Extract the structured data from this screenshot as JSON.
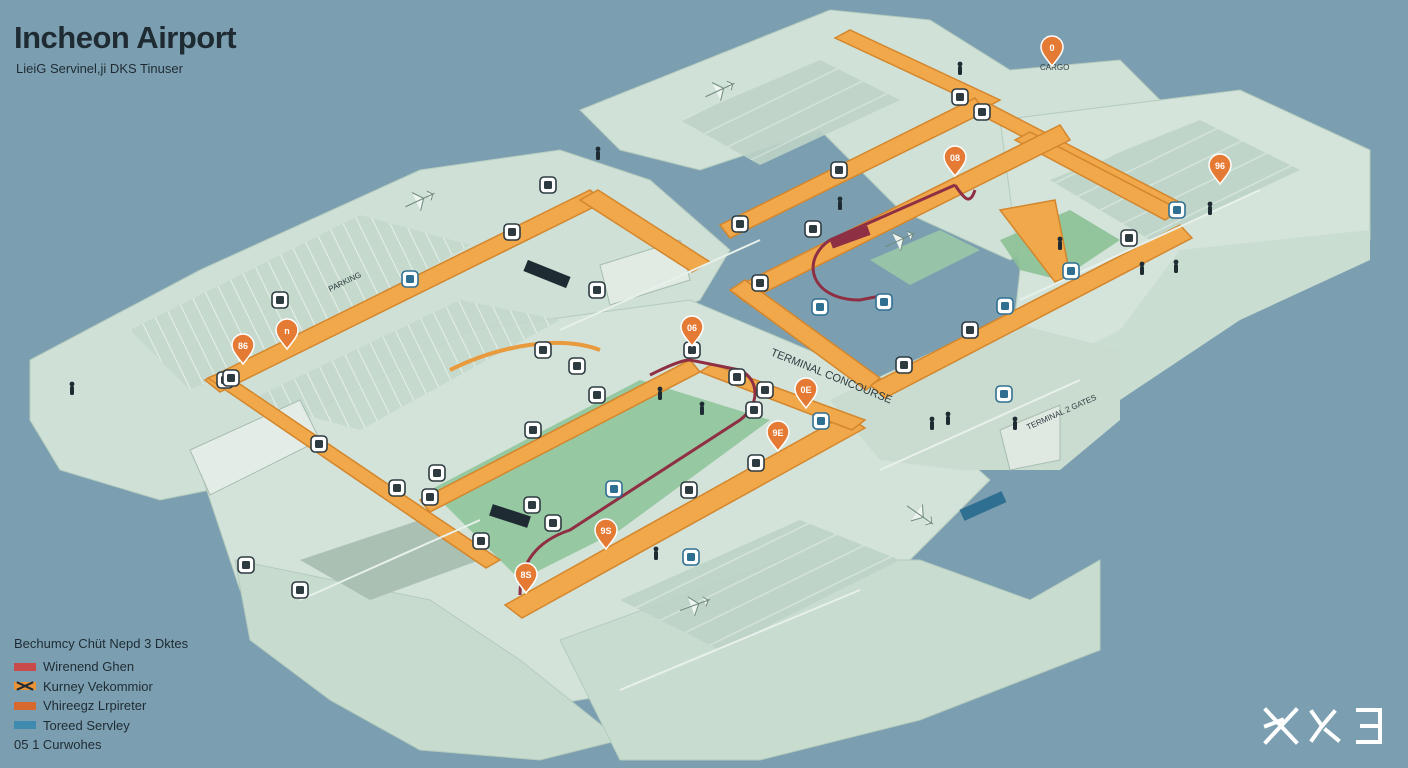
{
  "header": {
    "title": "Incheon Airport",
    "subtitle": "LieiG Servinel,ji DKS Tinuser"
  },
  "legend": {
    "title": "Bechumcy Chüt Nepd 3 Dktes",
    "items": [
      {
        "label": "Wirenend Ghen",
        "color": "#c84a4a",
        "style": "solid"
      },
      {
        "label": "Kurney Vekommior",
        "color": "#e8923a",
        "style": "cross"
      },
      {
        "label": "Vhireegz Lrpireter",
        "color": "#d9682e",
        "style": "solid"
      },
      {
        "label": "Toreed Servley",
        "color": "#3f8bb0",
        "style": "solid"
      }
    ],
    "footer": "05 1 Curwohes"
  },
  "map_labels": {
    "center_zone": "TERMINAL CONCOURSE",
    "east_sign": "TERMINAL 2 GATES",
    "west_sign": "PARKING",
    "north_sign": "CARGO"
  },
  "pins": [
    "0",
    "08",
    "96",
    "86",
    "06",
    "0E",
    "9E",
    "9S",
    "8S",
    "n"
  ],
  "colors": {
    "water": "#7b9fb0",
    "land": "#cfe0d5",
    "apron": "#b7cfc3",
    "grass": "#8fc49a",
    "corridor": "#f0a84a",
    "corridor_edge": "#d4862c",
    "train_line": "#8e2f44",
    "pin_orange": "#e57a34",
    "service_blue": "#2f6f92",
    "ink": "#1f2b33"
  },
  "icons": [
    "airplane-icon",
    "person-icon",
    "bus-icon",
    "info-icon",
    "restroom-icon",
    "shop-icon",
    "train-icon",
    "parking-icon",
    "tree-icon"
  ]
}
